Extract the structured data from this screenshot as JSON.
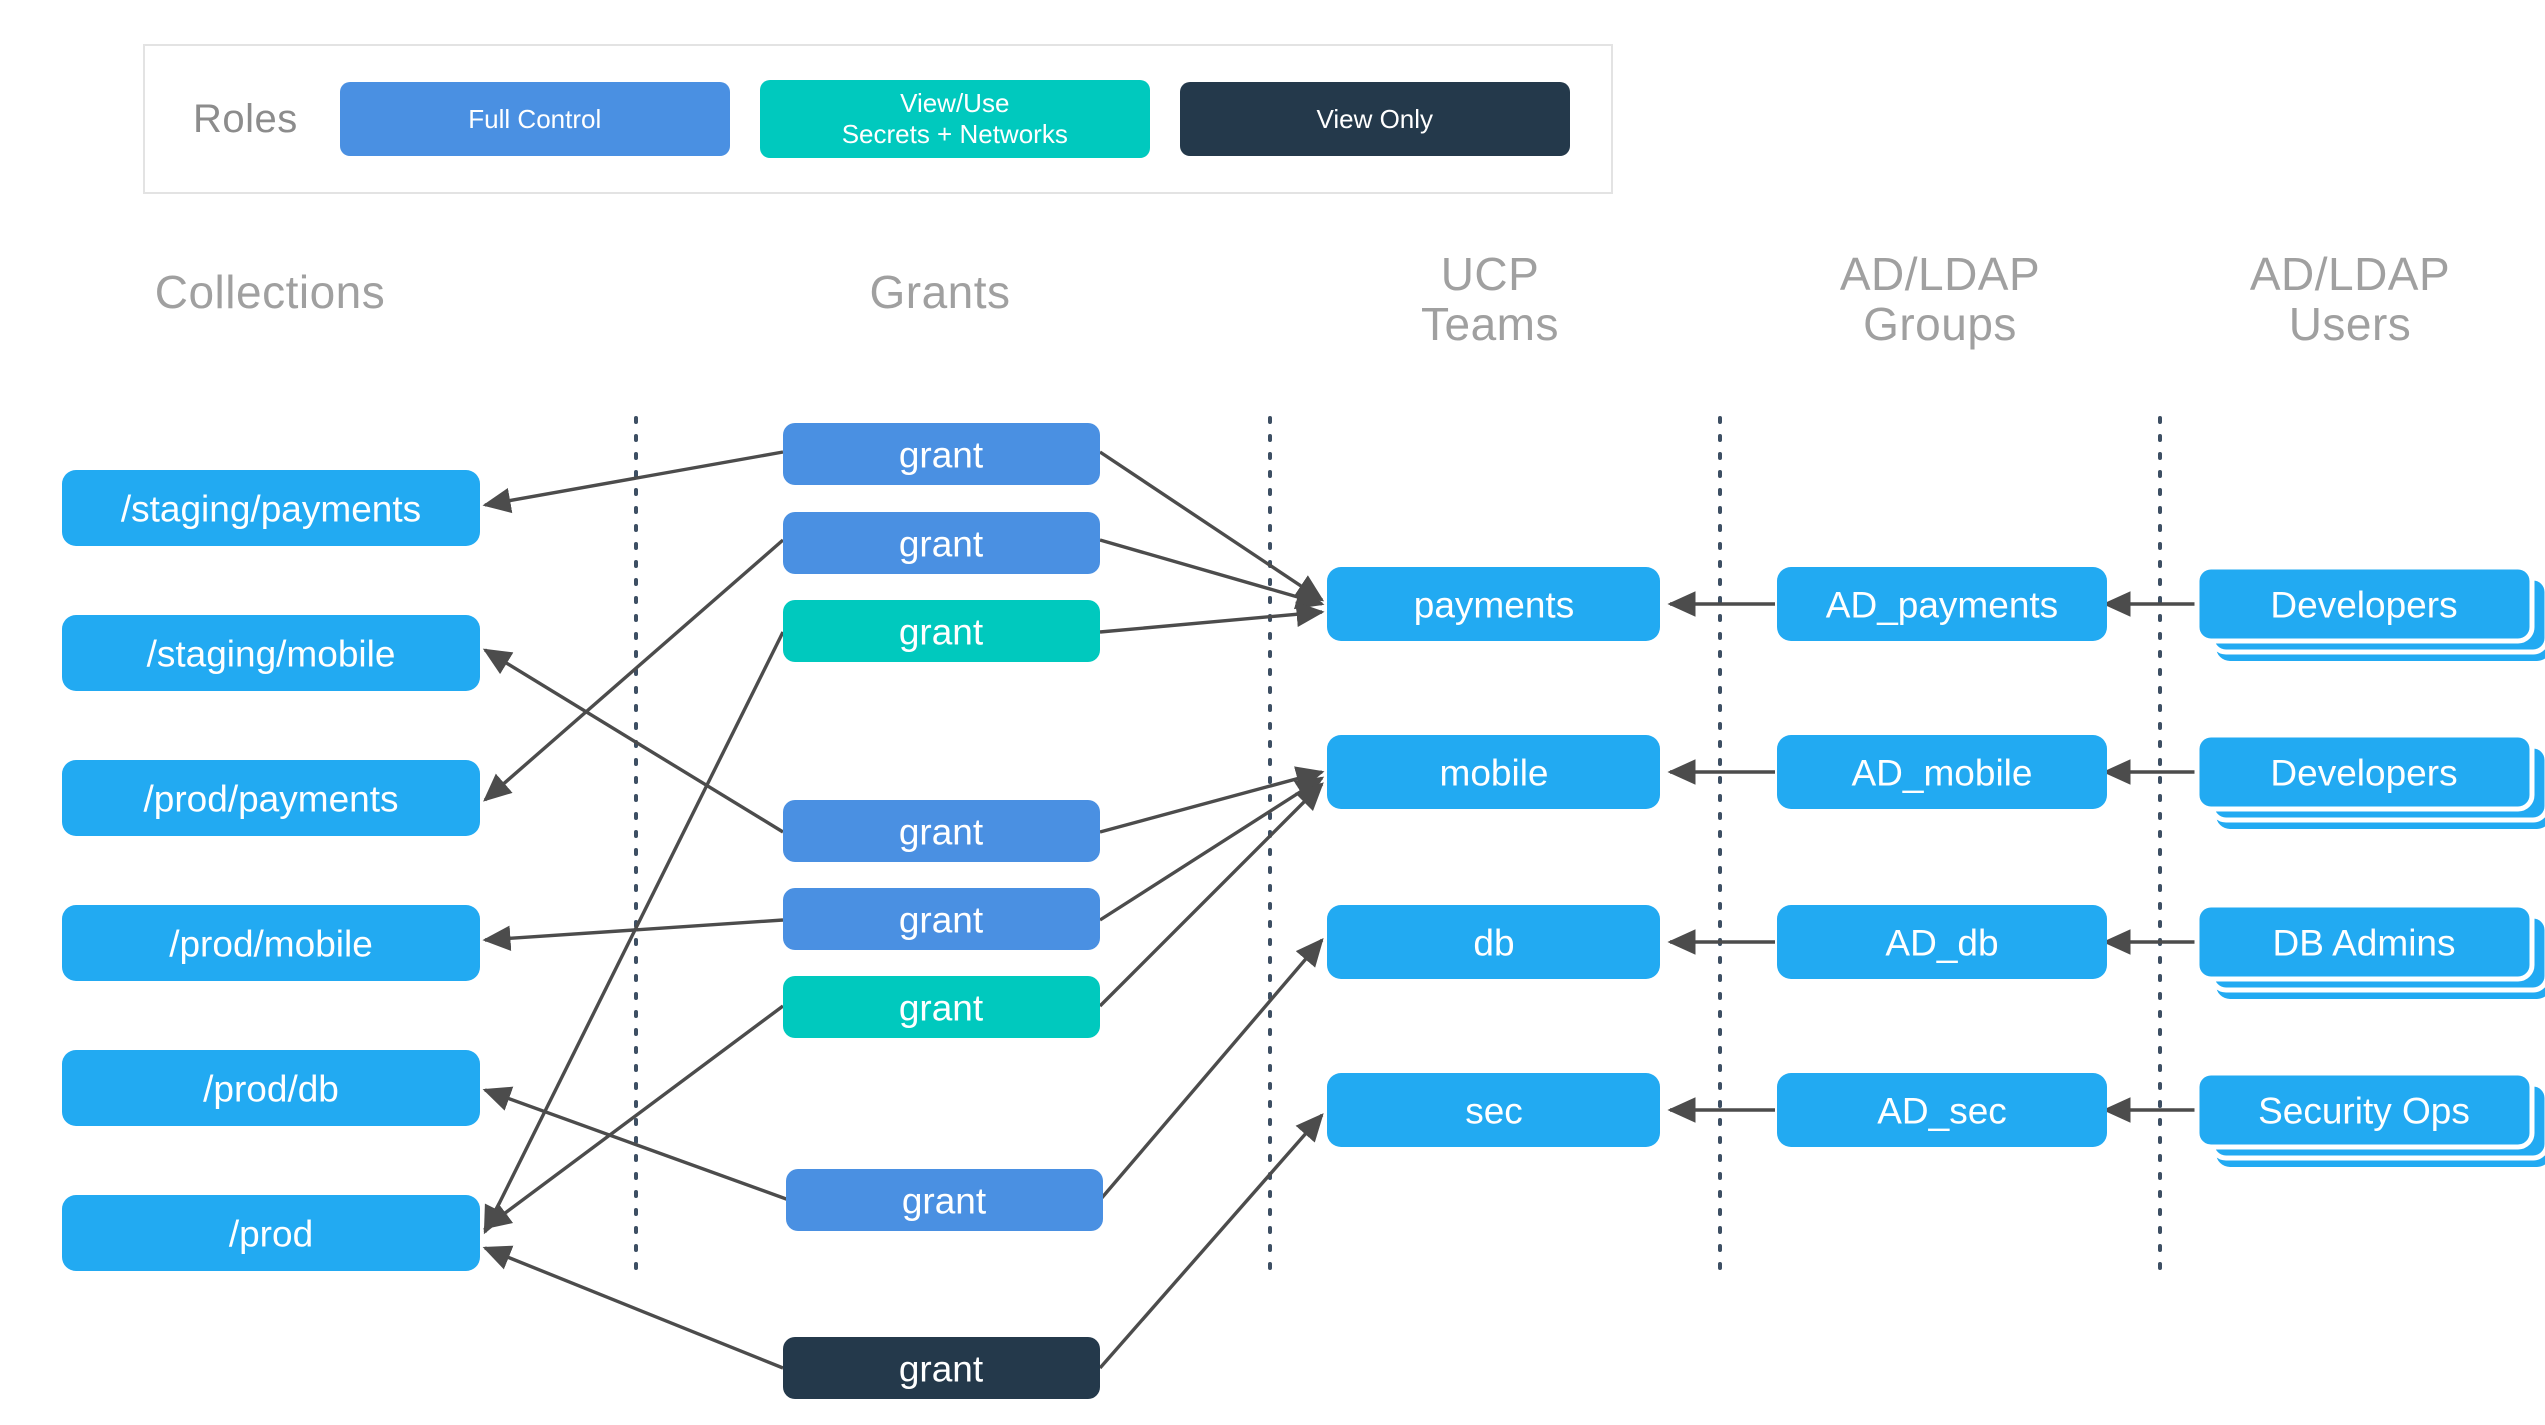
{
  "legend": {
    "title": "Roles",
    "roles": [
      {
        "label": "Full Control",
        "color": "#4a90e2",
        "name": "role-full-control"
      },
      {
        "label": "View/Use\nSecrets + Networks",
        "color": "#00c9be",
        "name": "role-view-use"
      },
      {
        "label": "View Only",
        "color": "#24394b",
        "name": "role-view-only"
      }
    ]
  },
  "columns": [
    {
      "id": "collections",
      "label": "Collections"
    },
    {
      "id": "grants",
      "label": "Grants"
    },
    {
      "id": "ucp_teams",
      "label": "UCP\nTeams"
    },
    {
      "id": "ad_groups",
      "label": "AD/LDAP\nGroups"
    },
    {
      "id": "ad_users",
      "label": "AD/LDAP\nUsers"
    }
  ],
  "collections": [
    {
      "id": "c1",
      "label": "/staging/payments"
    },
    {
      "id": "c2",
      "label": "/staging/mobile"
    },
    {
      "id": "c3",
      "label": "/prod/payments"
    },
    {
      "id": "c4",
      "label": "/prod/mobile"
    },
    {
      "id": "c5",
      "label": "/prod/db"
    },
    {
      "id": "c6",
      "label": "/prod"
    }
  ],
  "grants": [
    {
      "id": "g1",
      "label": "grant",
      "role": "Full Control",
      "color": "#4a90e2"
    },
    {
      "id": "g2",
      "label": "grant",
      "role": "Full Control",
      "color": "#4a90e2"
    },
    {
      "id": "g3",
      "label": "grant",
      "role": "View/Use Secrets + Networks",
      "color": "#00c9be"
    },
    {
      "id": "g4",
      "label": "grant",
      "role": "Full Control",
      "color": "#4a90e2"
    },
    {
      "id": "g5",
      "label": "grant",
      "role": "Full Control",
      "color": "#4a90e2"
    },
    {
      "id": "g6",
      "label": "grant",
      "role": "View/Use Secrets + Networks",
      "color": "#00c9be"
    },
    {
      "id": "g7",
      "label": "grant",
      "role": "Full Control",
      "color": "#4a90e2"
    },
    {
      "id": "g8",
      "label": "grant",
      "role": "View Only",
      "color": "#24394b"
    }
  ],
  "teams": [
    {
      "id": "t1",
      "label": "payments"
    },
    {
      "id": "t2",
      "label": "mobile"
    },
    {
      "id": "t3",
      "label": "db"
    },
    {
      "id": "t4",
      "label": "sec"
    }
  ],
  "ad_groups": [
    {
      "id": "ag1",
      "label": "AD_payments"
    },
    {
      "id": "ag2",
      "label": "AD_mobile"
    },
    {
      "id": "ag3",
      "label": "AD_db"
    },
    {
      "id": "ag4",
      "label": "AD_sec"
    }
  ],
  "ad_users": [
    {
      "id": "au1",
      "label": "Developers"
    },
    {
      "id": "au2",
      "label": "Developers"
    },
    {
      "id": "au3",
      "label": "DB Admins"
    },
    {
      "id": "au4",
      "label": "Security Ops"
    }
  ],
  "edges": [
    {
      "from": "g1",
      "to": "c1"
    },
    {
      "from": "g2",
      "to": "c3"
    },
    {
      "from": "g3",
      "to": "c6"
    },
    {
      "from": "g4",
      "to": "c2"
    },
    {
      "from": "g5",
      "to": "c4"
    },
    {
      "from": "g6",
      "to": "c6"
    },
    {
      "from": "g7",
      "to": "c5"
    },
    {
      "from": "g8",
      "to": "c6"
    },
    {
      "from": "g1",
      "to": "t1"
    },
    {
      "from": "g2",
      "to": "t1"
    },
    {
      "from": "g3",
      "to": "t1"
    },
    {
      "from": "g4",
      "to": "t2"
    },
    {
      "from": "g5",
      "to": "t2"
    },
    {
      "from": "g6",
      "to": "t2"
    },
    {
      "from": "g7",
      "to": "t3"
    },
    {
      "from": "g8",
      "to": "t4"
    },
    {
      "from": "ag1",
      "to": "t1"
    },
    {
      "from": "ag2",
      "to": "t2"
    },
    {
      "from": "ag3",
      "to": "t3"
    },
    {
      "from": "ag4",
      "to": "t4"
    },
    {
      "from": "au1",
      "to": "ag1"
    },
    {
      "from": "au2",
      "to": "ag2"
    },
    {
      "from": "au3",
      "to": "ag3"
    },
    {
      "from": "au4",
      "to": "ag4"
    }
  ],
  "colors": {
    "node_blue": "#22aaf2",
    "grant_blue": "#4a90e2",
    "grant_teal": "#00c9be",
    "grant_dark": "#24394b",
    "edge": "#4c4c4c",
    "header_gray": "#a0a0a0",
    "divider": "#3d4f63"
  }
}
